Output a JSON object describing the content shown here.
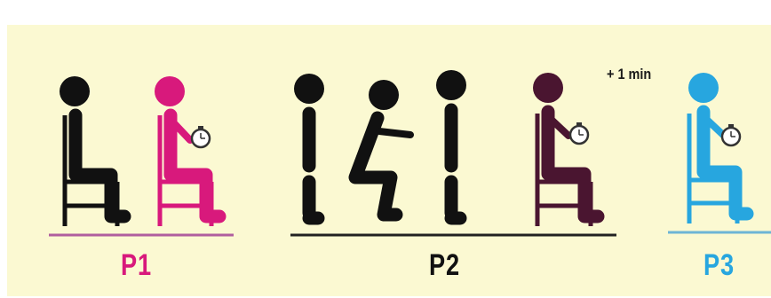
{
  "phases": [
    {
      "label": "P1",
      "color": "#d8197c"
    },
    {
      "label": "P2",
      "color": "#111111"
    },
    {
      "label": "P3",
      "color": "#27a6df"
    }
  ],
  "annotation": "+ 1 min",
  "colors": {
    "black_figure": "#111111",
    "pink_figure": "#d8197c",
    "maroon_figure": "#4a1530",
    "blue_figure": "#27a6df",
    "p1_line": "#b05f9f",
    "p2_line": "#222222",
    "p3_line": "#6db5d6",
    "background": "#fbf9d2"
  },
  "figures": [
    {
      "pose": "seated",
      "color_key": "black_figure",
      "stopwatch": false
    },
    {
      "pose": "seated",
      "color_key": "pink_figure",
      "stopwatch": true
    },
    {
      "pose": "standing",
      "color_key": "black_figure",
      "stopwatch": false
    },
    {
      "pose": "squatting",
      "color_key": "black_figure",
      "stopwatch": false
    },
    {
      "pose": "standing",
      "color_key": "black_figure",
      "stopwatch": false
    },
    {
      "pose": "seated",
      "color_key": "maroon_figure",
      "stopwatch": true
    },
    {
      "pose": "seated",
      "color_key": "blue_figure",
      "stopwatch": true
    }
  ]
}
